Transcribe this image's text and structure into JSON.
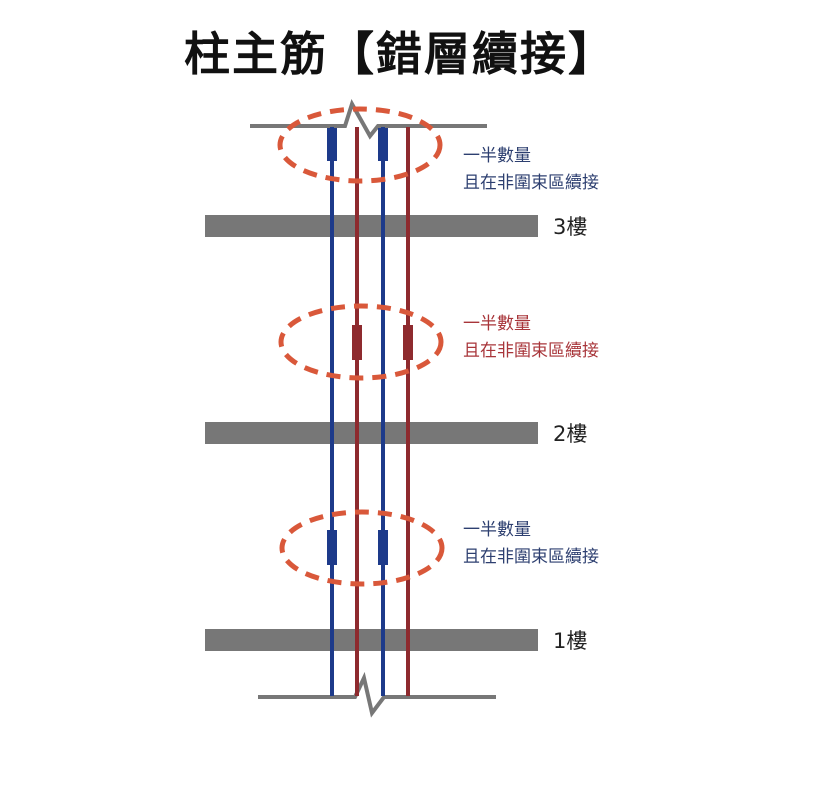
{
  "title": "柱主筋【錯層續接】",
  "colors": {
    "blue": "#1d3a8a",
    "red": "#8e2a2e",
    "slab": "#777777",
    "ellipse": "#d9583a",
    "note_blue": "#2d3f70",
    "note_red": "#a8353a"
  },
  "notes": [
    {
      "line1": "一半數量",
      "line2": "且在非圍束區續接",
      "color": "blue"
    },
    {
      "line1": "一半數量",
      "line2": "且在非圍束區續接",
      "color": "red"
    },
    {
      "line1": "一半數量",
      "line2": "且在非圍束區續接",
      "color": "blue"
    }
  ],
  "floors": [
    "3樓",
    "2樓",
    "1樓"
  ]
}
